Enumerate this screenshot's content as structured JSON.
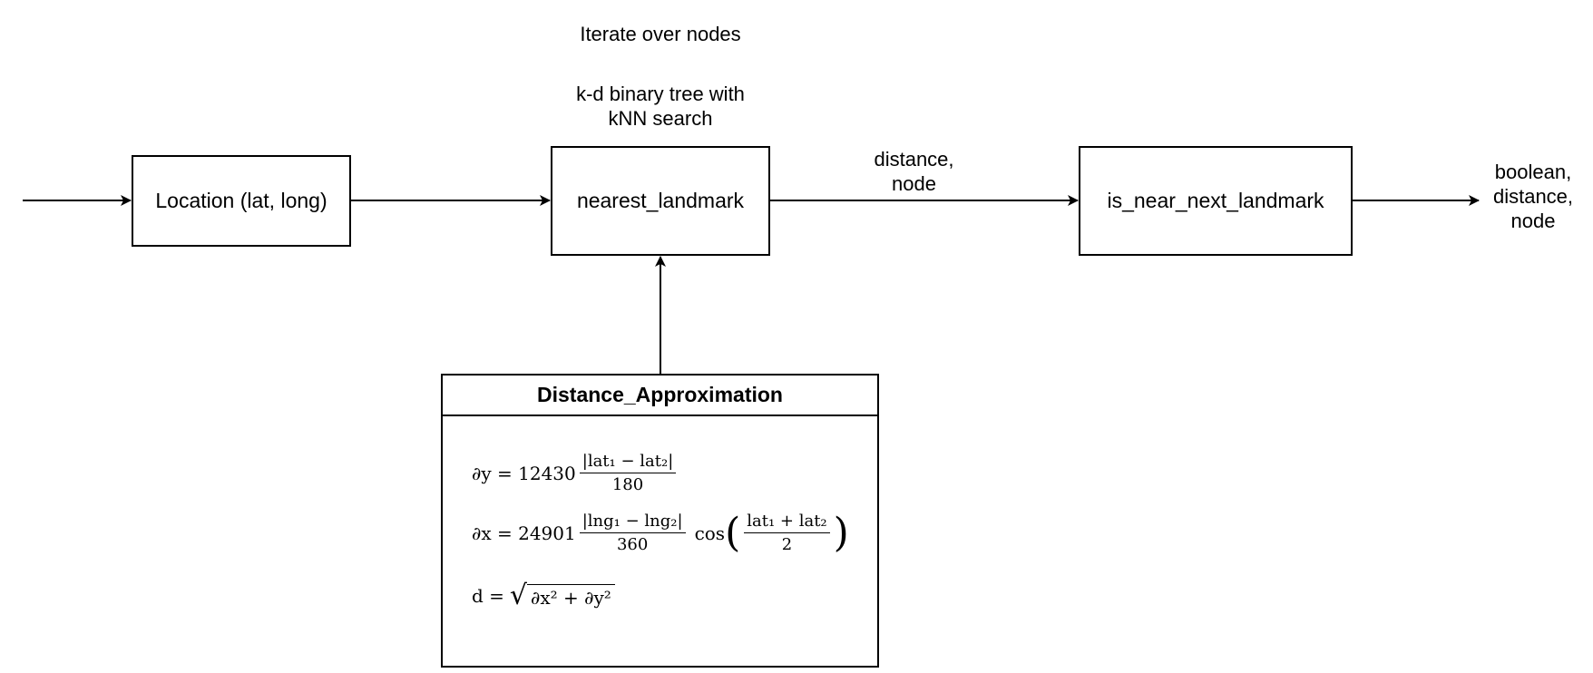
{
  "labels": {
    "iterate": "Iterate over nodes",
    "kd_line1": "k-d binary tree with",
    "kd_line2": "kNN search",
    "mid_line1": "distance,",
    "mid_line2": "node",
    "out_line1": "boolean,",
    "out_line2": "distance,",
    "out_line3": "node"
  },
  "boxes": {
    "location": "Location (lat, long)",
    "nearest": "nearest_landmark",
    "is_near": "is_near_next_landmark"
  },
  "panel": {
    "title": "Distance_Approximation",
    "f1": {
      "lhs": "∂y = 12430",
      "num": "|lat₁ − lat₂|",
      "den": "180"
    },
    "f2": {
      "lhs": "∂x = 24901",
      "num": "|lng₁ − lng₂|",
      "den": "360",
      "cos": "cos",
      "cos_num": "lat₁ + lat₂",
      "cos_den": "2"
    },
    "f3": {
      "lhs": "d =",
      "body": "∂x² + ∂y²"
    }
  }
}
